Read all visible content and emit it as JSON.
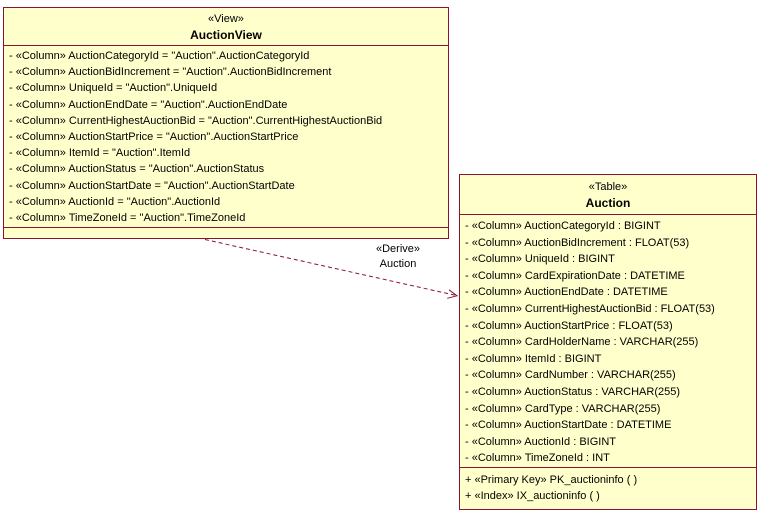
{
  "colors": {
    "entity_fill": "#FFFFCC",
    "entity_border": "#8C1332",
    "text_color": "#000000",
    "canvas_bg": "#FFFFFF"
  },
  "view_entity": {
    "stereotype": "«View»",
    "name": "AuctionView",
    "columns": [
      "- «Column» AuctionCategoryId = \"Auction\".AuctionCategoryId",
      "- «Column» AuctionBidIncrement = \"Auction\".AuctionBidIncrement",
      "- «Column» UniqueId = \"Auction\".UniqueId",
      "- «Column» AuctionEndDate = \"Auction\".AuctionEndDate",
      "- «Column» CurrentHighestAuctionBid = \"Auction\".CurrentHighestAuctionBid",
      "- «Column» AuctionStartPrice = \"Auction\".AuctionStartPrice",
      "- «Column» ItemId = \"Auction\".ItemId",
      "- «Column» AuctionStatus = \"Auction\".AuctionStatus",
      "- «Column» AuctionStartDate = \"Auction\".AuctionStartDate",
      "- «Column» AuctionId = \"Auction\".AuctionId",
      "- «Column» TimeZoneId = \"Auction\".TimeZoneId"
    ]
  },
  "table_entity": {
    "stereotype": "«Table»",
    "name": "Auction",
    "columns": [
      "- «Column» AuctionCategoryId : BIGINT",
      "- «Column» AuctionBidIncrement : FLOAT(53)",
      "- «Column» UniqueId : BIGINT",
      "- «Column» CardExpirationDate : DATETIME",
      "- «Column» AuctionEndDate : DATETIME",
      "- «Column» CurrentHighestAuctionBid : FLOAT(53)",
      "- «Column» AuctionStartPrice : FLOAT(53)",
      "- «Column» CardHolderName : VARCHAR(255)",
      "- «Column» ItemId : BIGINT",
      "- «Column» CardNumber : VARCHAR(255)",
      "- «Column» AuctionStatus : VARCHAR(255)",
      "- «Column» CardType : VARCHAR(255)",
      "- «Column» AuctionStartDate : DATETIME",
      "- «Column» AuctionId : BIGINT",
      "- «Column» TimeZoneId : INT"
    ],
    "keys": [
      "+ «Primary Key» PK_auctioninfo ( )",
      "+ «Index» IX_auctioninfo ( )"
    ]
  },
  "connector": {
    "stereotype": "«Derive»",
    "label": "Auction"
  }
}
